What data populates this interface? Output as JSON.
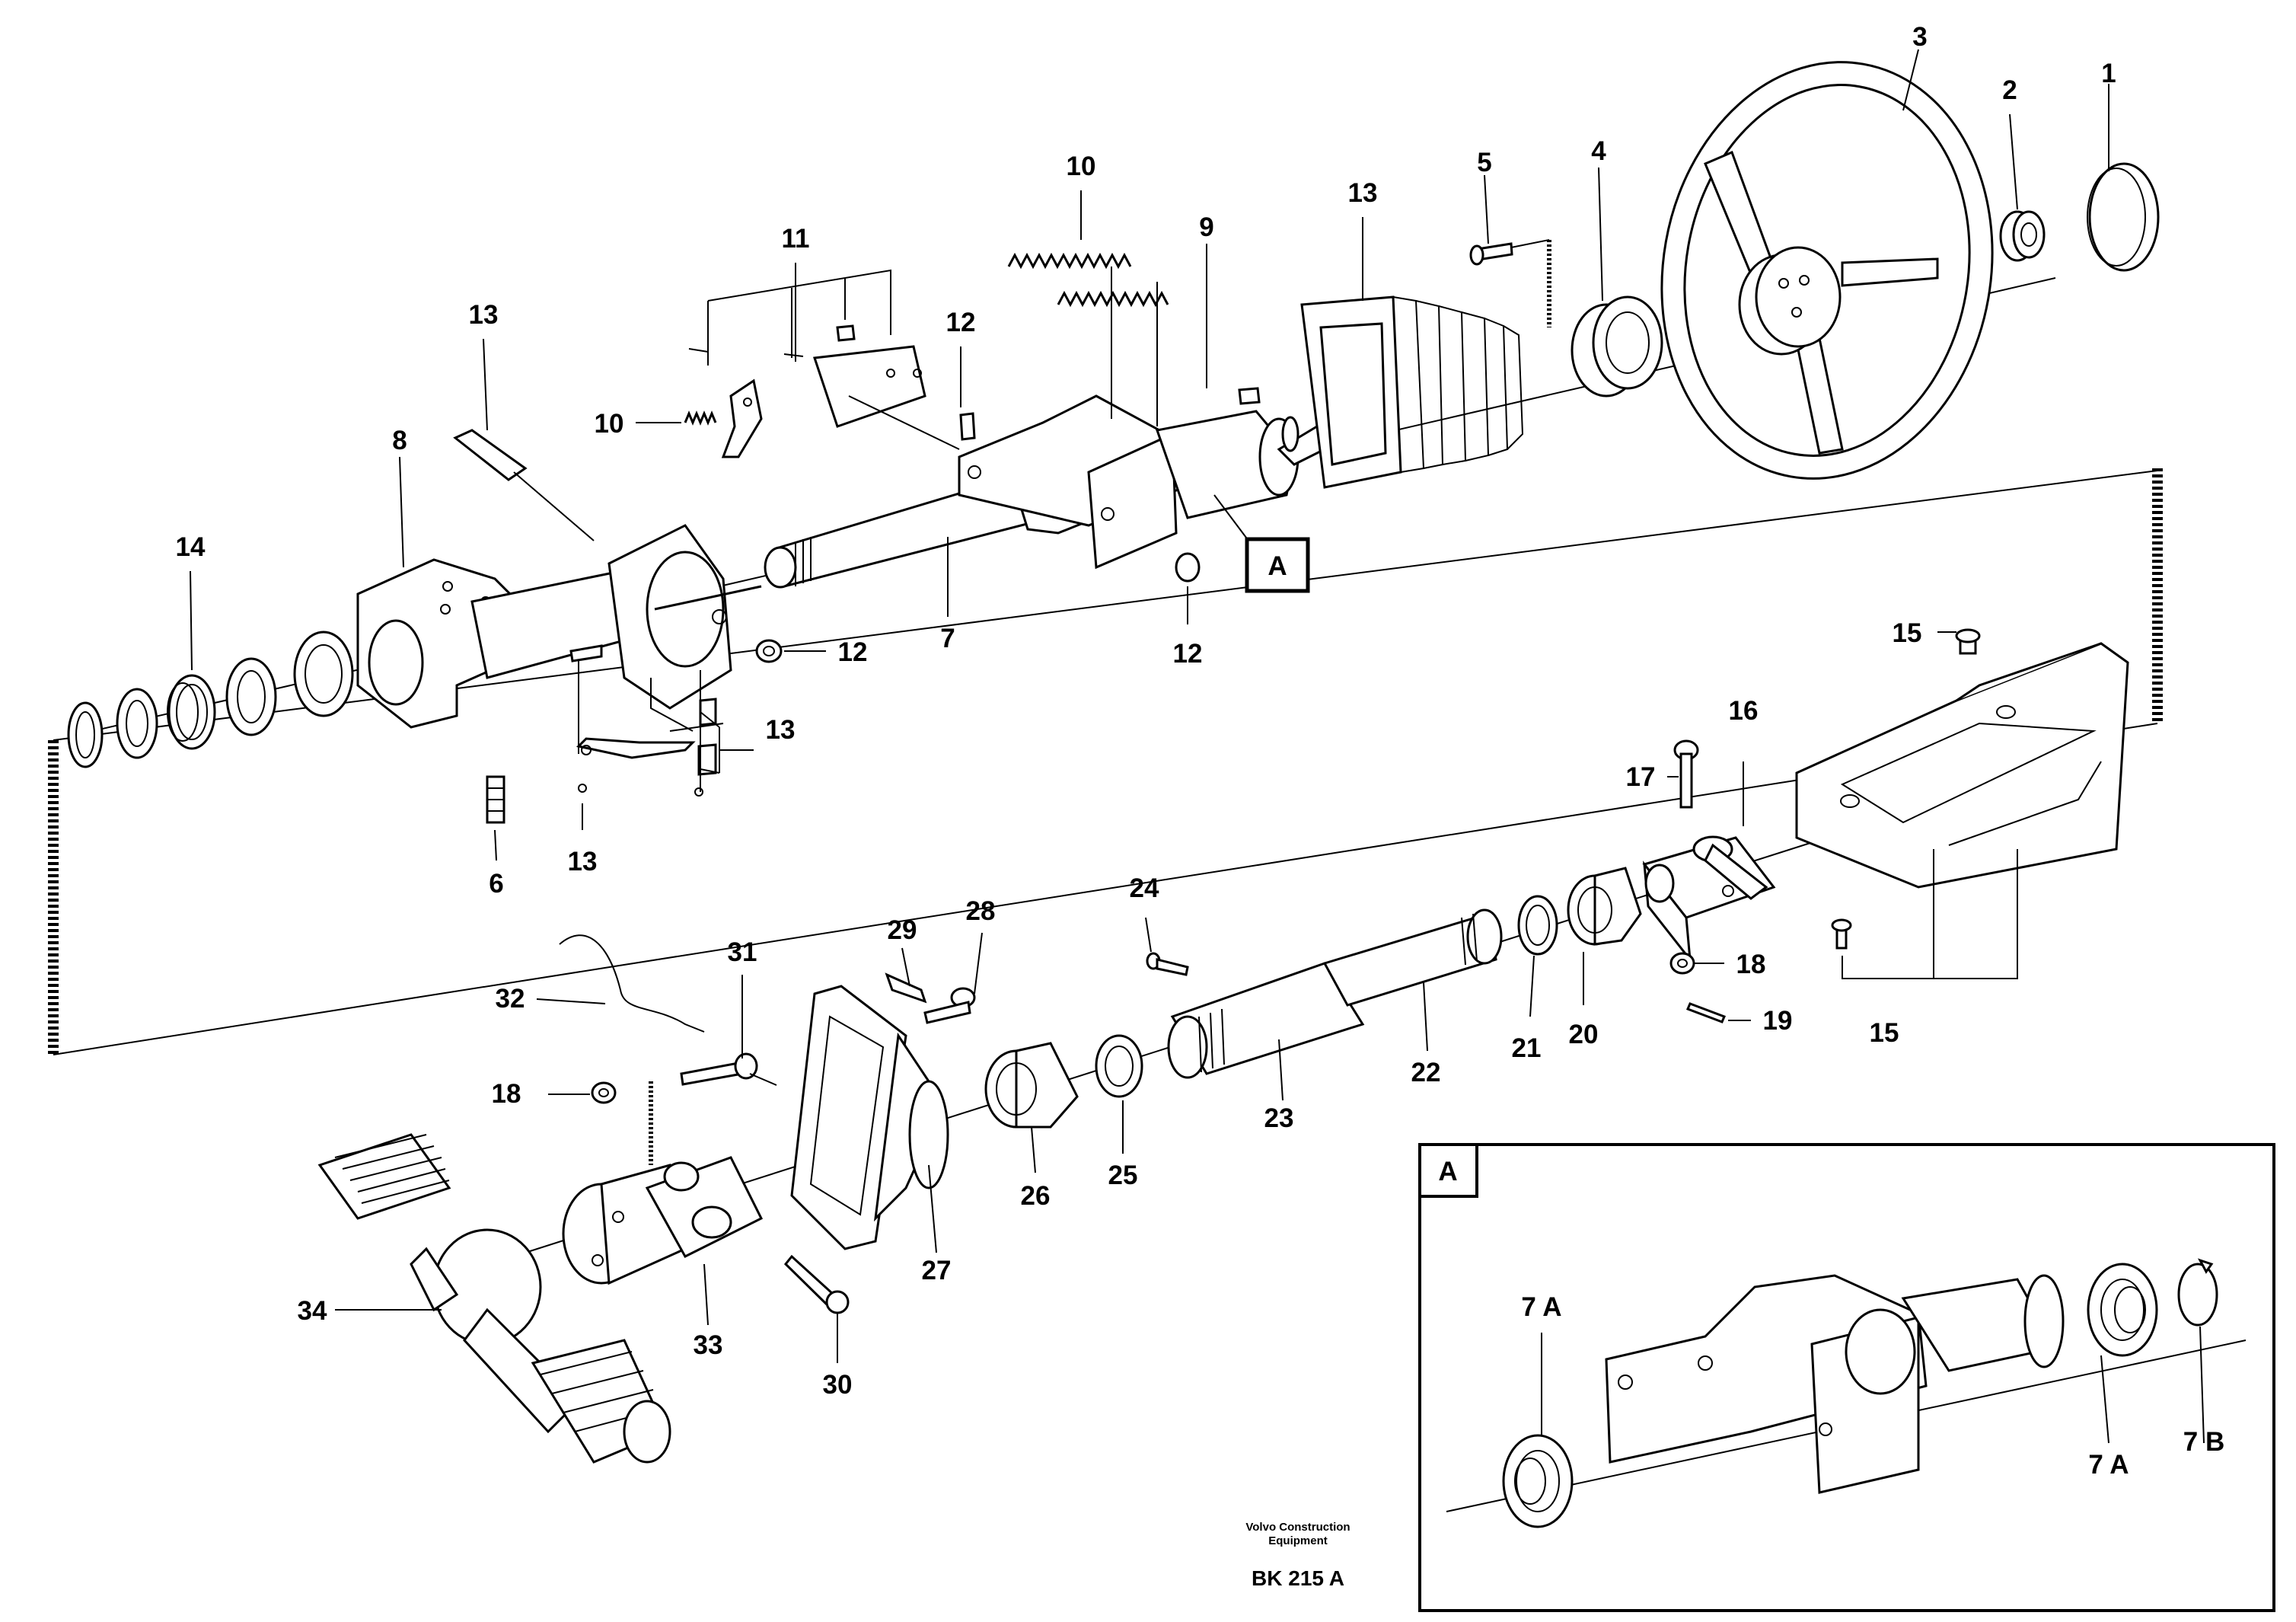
{
  "callouts": {
    "c1": "1",
    "c2": "2",
    "c3": "3",
    "c4": "4",
    "c5": "5",
    "c6": "6",
    "c7": "7",
    "c8": "8",
    "c9": "9",
    "c10a": "10",
    "c10b": "10",
    "c11": "11",
    "c12a": "12",
    "c12b": "12",
    "c12c": "12",
    "c13a": "13",
    "c13b": "13",
    "c13c": "13",
    "c13d": "13",
    "c14": "14",
    "c15a": "15",
    "c15b": "15",
    "c16": "16",
    "c17": "17",
    "c18a": "18",
    "c18b": "18",
    "c19": "19",
    "c20": "20",
    "c21": "21",
    "c22": "22",
    "c23": "23",
    "c24": "24",
    "c25": "25",
    "c26": "26",
    "c27": "27",
    "c28": "28",
    "c29": "29",
    "c30": "30",
    "c31": "31",
    "c32": "32",
    "c33": "33",
    "c34": "34"
  },
  "detail_marker": "A",
  "inset": {
    "label": "A",
    "callouts": {
      "b1": "7 A",
      "b2": "7 A",
      "b3": "7 B"
    }
  },
  "footer": {
    "publisher_line1": "Volvo Construction",
    "publisher_line2": "Equipment",
    "reference": "BK 215 A"
  }
}
